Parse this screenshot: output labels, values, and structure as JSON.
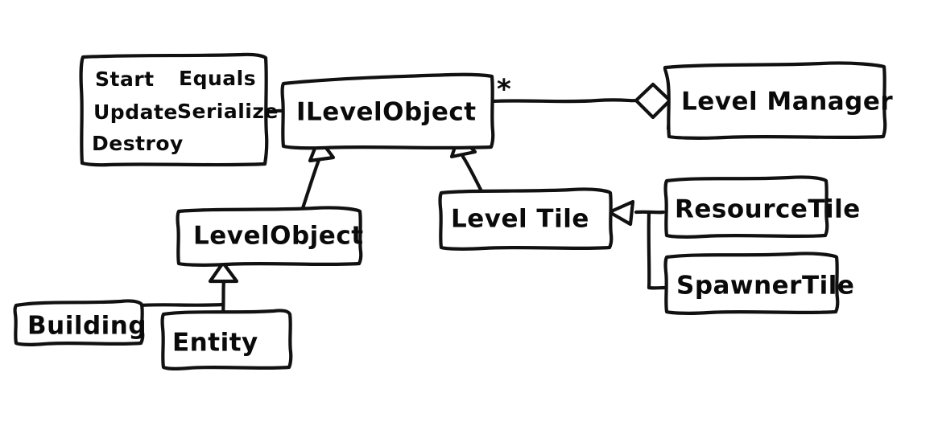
{
  "diagram": {
    "title": "ILevelObject class hierarchy",
    "style": "hand-drawn whiteboard sketch",
    "background_color": "#ffffff",
    "stroke_color": "#111111"
  },
  "nodes": {
    "methods_box": {
      "kind": "note",
      "methods_left": [
        "Start",
        "Update",
        "Destroy"
      ],
      "methods_right": [
        "Equals",
        "Serialize"
      ],
      "line1_left": "Start",
      "line1_right": "Equals",
      "line2_left": "Update",
      "line2_right": "Serialize",
      "line3_left": "Destroy",
      "line3_right": ""
    },
    "ilevelobject": {
      "kind": "interface",
      "label": "ILevelObject",
      "multiplicity": "*"
    },
    "levelmanager": {
      "kind": "class",
      "label": "Level Manager"
    },
    "levelobject": {
      "kind": "class",
      "label": "LevelObject"
    },
    "leveltile": {
      "kind": "class",
      "label": "Level Tile"
    },
    "resourcetile": {
      "kind": "class",
      "label": "ResourceTile"
    },
    "spawnertile": {
      "kind": "class",
      "label": "SpawnerTile"
    },
    "building": {
      "kind": "class",
      "label": "Building"
    },
    "entity": {
      "kind": "class",
      "label": "Entity"
    }
  },
  "edges": [
    {
      "name": "methods-to-ilevelobject",
      "from": "methods_box",
      "to": "ilevelobject",
      "type": "note-link"
    },
    {
      "name": "ilevelobject-to-levelmanager",
      "from": "levelmanager",
      "to": "ilevelobject",
      "type": "aggregation",
      "multiplicity": "*"
    },
    {
      "name": "levelobject-to-ilevelobject",
      "from": "levelobject",
      "to": "ilevelobject",
      "type": "generalization"
    },
    {
      "name": "leveltile-to-ilevelobject",
      "from": "leveltile",
      "to": "ilevelobject",
      "type": "generalization"
    },
    {
      "name": "resourcetile-to-leveltile",
      "from": "resourcetile",
      "to": "leveltile",
      "type": "generalization"
    },
    {
      "name": "spawnertile-to-leveltile",
      "from": "spawnertile",
      "to": "leveltile",
      "type": "generalization"
    },
    {
      "name": "building-to-levelobject",
      "from": "building",
      "to": "levelobject",
      "type": "generalization"
    },
    {
      "name": "entity-to-levelobject",
      "from": "entity",
      "to": "levelobject",
      "type": "generalization"
    }
  ]
}
